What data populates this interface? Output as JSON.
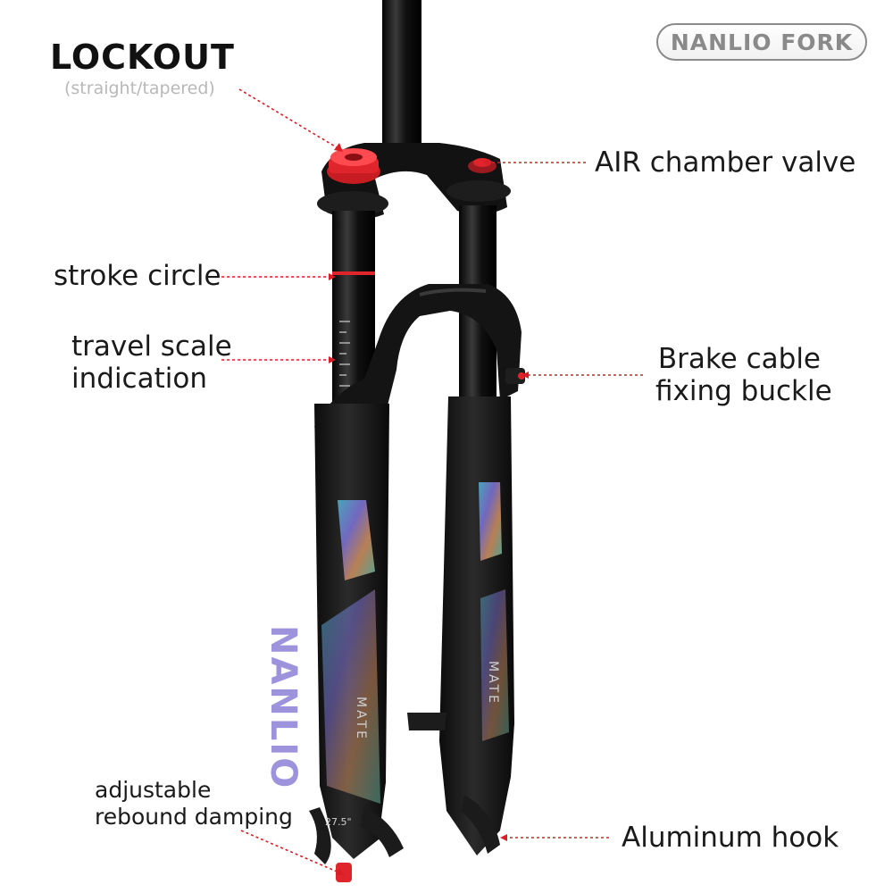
{
  "brand": {
    "label": "NANLIO FORK"
  },
  "heading": {
    "title": "LOCKOUT",
    "subtitle": "(straight/tapered)"
  },
  "callouts": {
    "air_valve": "AIR chamber valve",
    "stroke_circle": "stroke circle",
    "travel_scale_line1": "travel scale",
    "travel_scale_line2": "indication",
    "brake_buckle_line1": "Brake cable",
    "brake_buckle_line2": "fixing buckle",
    "rebound_line1": "adjustable",
    "rebound_line2": "rebound damping",
    "hook": "Aluminum hook"
  },
  "product": {
    "decal_brand": "NANLIO",
    "decal_model": "MATE",
    "wheel_size": "27.5\""
  },
  "colors": {
    "accent_red": "#e0242b",
    "fork_black": "#141414",
    "leader_red": "#d91f26"
  }
}
